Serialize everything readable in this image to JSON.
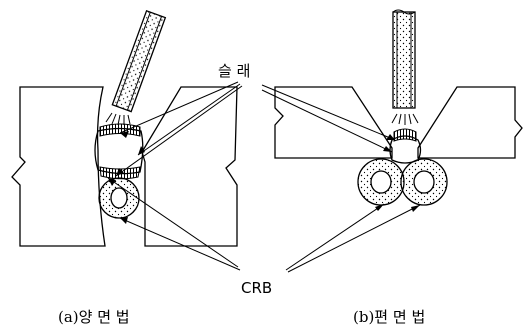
{
  "diagram": {
    "label_slag": "슬 래",
    "label_crb": "CRB",
    "caption_a": "(a)양 면 법",
    "caption_b": "(b)편 면 법"
  }
}
